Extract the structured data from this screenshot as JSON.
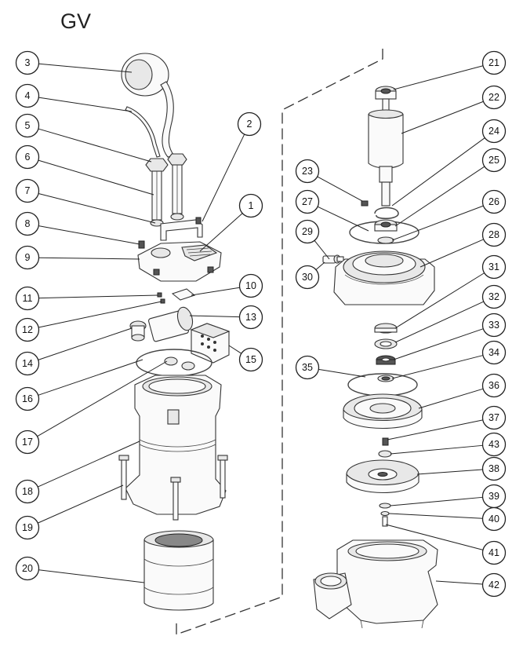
{
  "title": "GV",
  "callouts": [
    {
      "label": "1"
    },
    {
      "label": "2"
    },
    {
      "label": "3"
    },
    {
      "label": "4"
    },
    {
      "label": "5"
    },
    {
      "label": "6"
    },
    {
      "label": "7"
    },
    {
      "label": "8"
    },
    {
      "label": "9"
    },
    {
      "label": "10"
    },
    {
      "label": "11"
    },
    {
      "label": "12"
    },
    {
      "label": "13"
    },
    {
      "label": "14"
    },
    {
      "label": "15"
    },
    {
      "label": "16"
    },
    {
      "label": "17"
    },
    {
      "label": "18"
    },
    {
      "label": "19"
    },
    {
      "label": "20"
    },
    {
      "label": "21"
    },
    {
      "label": "22"
    },
    {
      "label": "23"
    },
    {
      "label": "24"
    },
    {
      "label": "25"
    },
    {
      "label": "26"
    },
    {
      "label": "27"
    },
    {
      "label": "28"
    },
    {
      "label": "29"
    },
    {
      "label": "30"
    },
    {
      "label": "31"
    },
    {
      "label": "32"
    },
    {
      "label": "33"
    },
    {
      "label": "34"
    },
    {
      "label": "35"
    },
    {
      "label": "36"
    },
    {
      "label": "37"
    },
    {
      "label": "38"
    },
    {
      "label": "39"
    },
    {
      "label": "40"
    },
    {
      "label": "41"
    },
    {
      "label": "42"
    },
    {
      "label": "43"
    }
  ]
}
